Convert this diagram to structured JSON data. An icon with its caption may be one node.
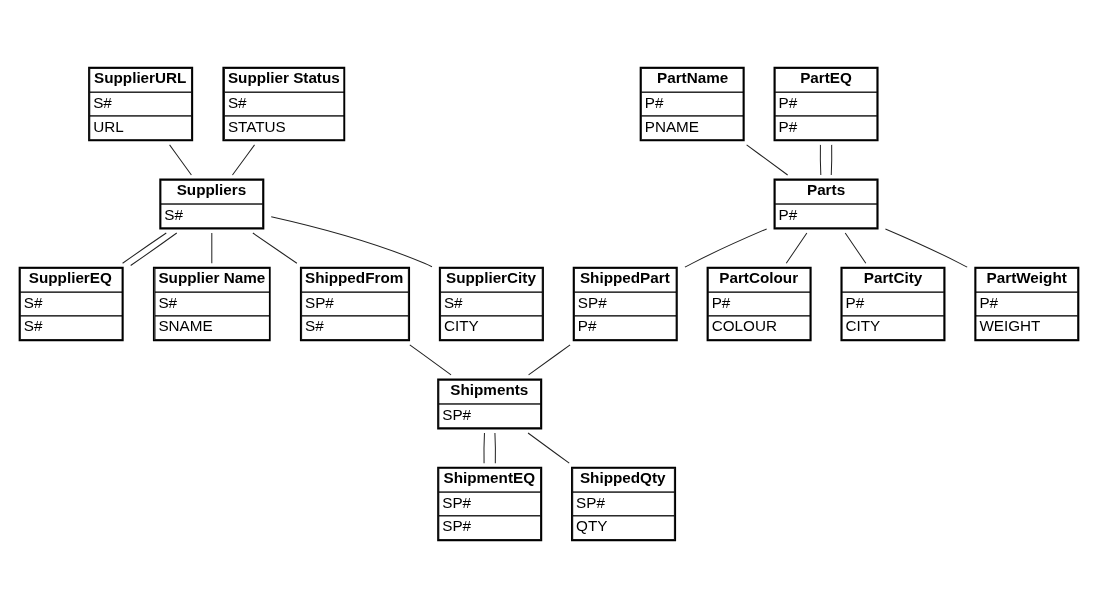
{
  "diagram": {
    "nodes": [
      {
        "text": [
          "SupplierURL",
          "S#",
          "URL"
        ]
      },
      {
        "text": [
          "Supplier Status",
          "S#",
          "STATUS"
        ]
      },
      {
        "text": [
          "SupplierEQ",
          "S#",
          "S#"
        ]
      },
      {
        "text": [
          "Suppliers",
          "S#"
        ]
      },
      {
        "text": [
          "Supplier Name",
          "S#",
          "SNAME"
        ]
      },
      {
        "text": [
          "PartName",
          "P#",
          "PNAME"
        ]
      },
      {
        "text": [
          "ShippedFrom",
          "SP#",
          "S#"
        ]
      },
      {
        "text": [
          "SupplierCity",
          "S#",
          "CITY"
        ]
      },
      {
        "text": [
          "PartEQ",
          "P#",
          "P#"
        ]
      },
      {
        "text": [
          "Parts",
          "P#"
        ]
      },
      {
        "text": [
          "ShippedPart",
          "SP#",
          "P#"
        ]
      },
      {
        "text": [
          "Shipments",
          "SP#"
        ]
      },
      {
        "text": [
          "ShipmentEQ",
          "SP#",
          "SP#"
        ]
      },
      {
        "text": [
          "PartColour",
          "P#",
          "COLOUR"
        ]
      },
      {
        "text": [
          "PartCity",
          "P#",
          "CITY"
        ]
      },
      {
        "text": [
          "PartWeight",
          "P#",
          "WEIGHT"
        ]
      },
      {
        "text": [
          "ShippedQty",
          "SP#",
          "QTY"
        ]
      }
    ],
    "edges": [
      {
        "from": 0,
        "to": 3,
        "arrow": "none"
      },
      {
        "from": 1,
        "to": 3,
        "arrow": "none"
      },
      {
        "from": 3,
        "to": 2,
        "arrow": "none"
      },
      {
        "from": 3,
        "to": 2,
        "arrow": "none"
      },
      {
        "from": 3,
        "to": 4,
        "arrow": "none"
      },
      {
        "from": 3,
        "to": 6,
        "arrow": "none"
      },
      {
        "from": 3,
        "to": 7,
        "arrow": "none"
      },
      {
        "from": 5,
        "to": 9,
        "arrow": "none"
      },
      {
        "from": 8,
        "to": 9,
        "arrow": "none"
      },
      {
        "from": 8,
        "to": 9,
        "arrow": "none"
      },
      {
        "from": 9,
        "to": 13,
        "arrow": "none"
      },
      {
        "from": 9,
        "to": 14,
        "arrow": "none"
      },
      {
        "from": 9,
        "to": 15,
        "arrow": "none"
      },
      {
        "from": 9,
        "to": 10,
        "arrow": "none"
      },
      {
        "from": 10,
        "to": 11,
        "arrow": "none"
      },
      {
        "from": 6,
        "to": 11,
        "arrow": "none"
      },
      {
        "from": 11,
        "to": 12,
        "arrow": "none"
      },
      {
        "from": 11,
        "to": 12,
        "arrow": "none"
      },
      {
        "from": 11,
        "to": 16,
        "arrow": "none"
      }
    ]
  }
}
